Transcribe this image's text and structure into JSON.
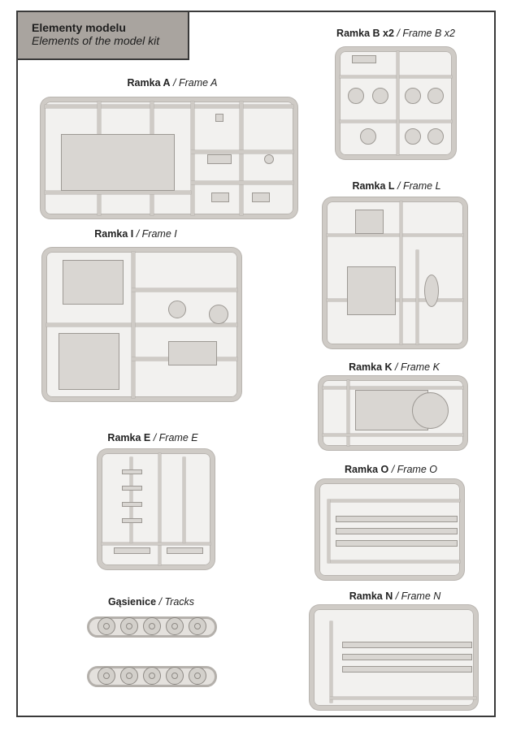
{
  "header": {
    "title_pl": "Elementy modelu",
    "title_en": "Elements of the model kit"
  },
  "frames": [
    {
      "id": "A",
      "name_pl": "Ramka A",
      "name_en": "/ Frame A"
    },
    {
      "id": "B",
      "name_pl": "Ramka B x2",
      "name_en": "/ Frame B x2"
    },
    {
      "id": "L",
      "name_pl": "Ramka L",
      "name_en": "/ Frame L"
    },
    {
      "id": "I",
      "name_pl": "Ramka I",
      "name_en": "/ Frame I"
    },
    {
      "id": "K",
      "name_pl": "Ramka K",
      "name_en": "/ Frame K"
    },
    {
      "id": "E",
      "name_pl": "Ramka E",
      "name_en": "/ Frame E"
    },
    {
      "id": "O",
      "name_pl": "Ramka O",
      "name_en": "/ Frame O"
    },
    {
      "id": "tracks",
      "name_pl": "Gąsienice",
      "name_en": "/ Tracks"
    },
    {
      "id": "N",
      "name_pl": "Ramka N",
      "name_en": "/ Frame N"
    }
  ]
}
